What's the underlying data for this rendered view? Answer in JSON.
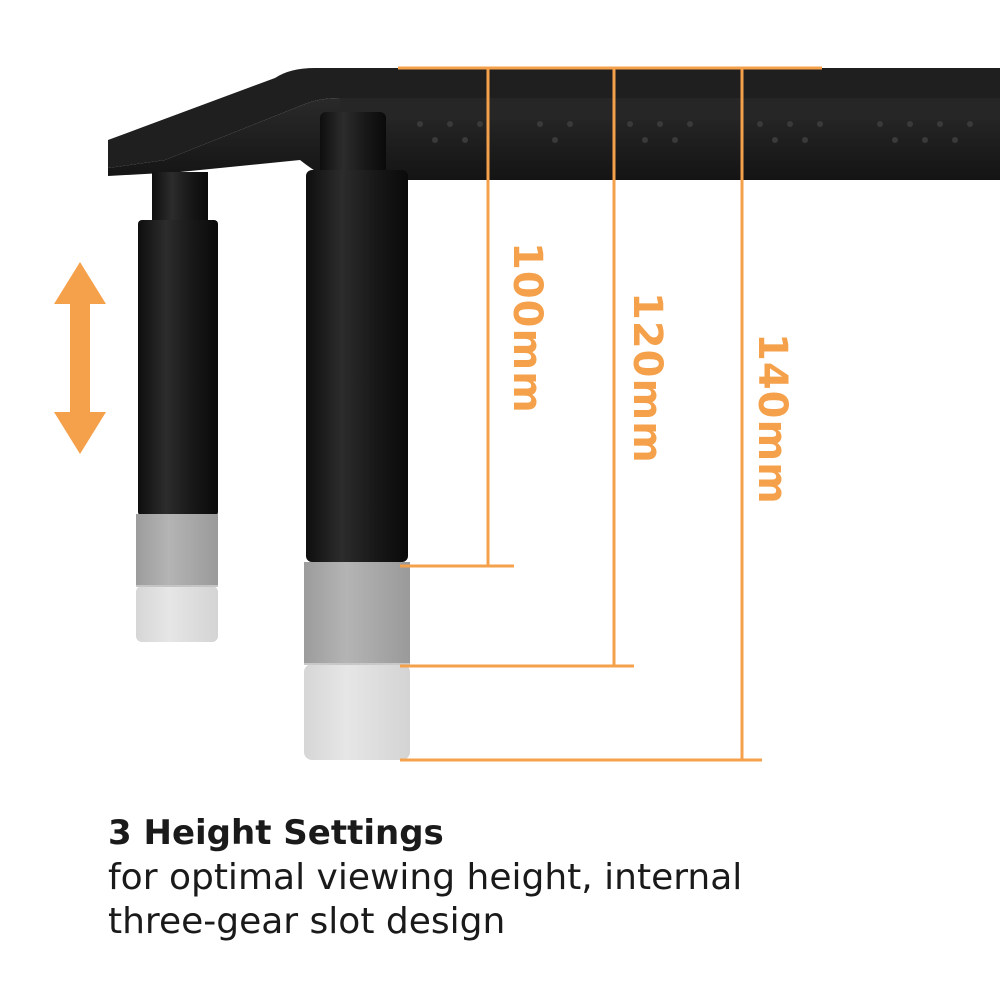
{
  "illustration": {
    "subject": "adjustable monitor stand leg",
    "accent_color": "#f5a04a",
    "stand_color": "#1b1b1b",
    "extension_colors": [
      "#a9a9a9",
      "#dadada"
    ],
    "arrow_icon": "double-vertical-arrow"
  },
  "measurements": [
    {
      "label": "100mm"
    },
    {
      "label": "120mm"
    },
    {
      "label": "140mm"
    }
  ],
  "caption": {
    "title": "3 Height Settings",
    "body": "for optimal viewing height, internal three-gear slot design"
  }
}
